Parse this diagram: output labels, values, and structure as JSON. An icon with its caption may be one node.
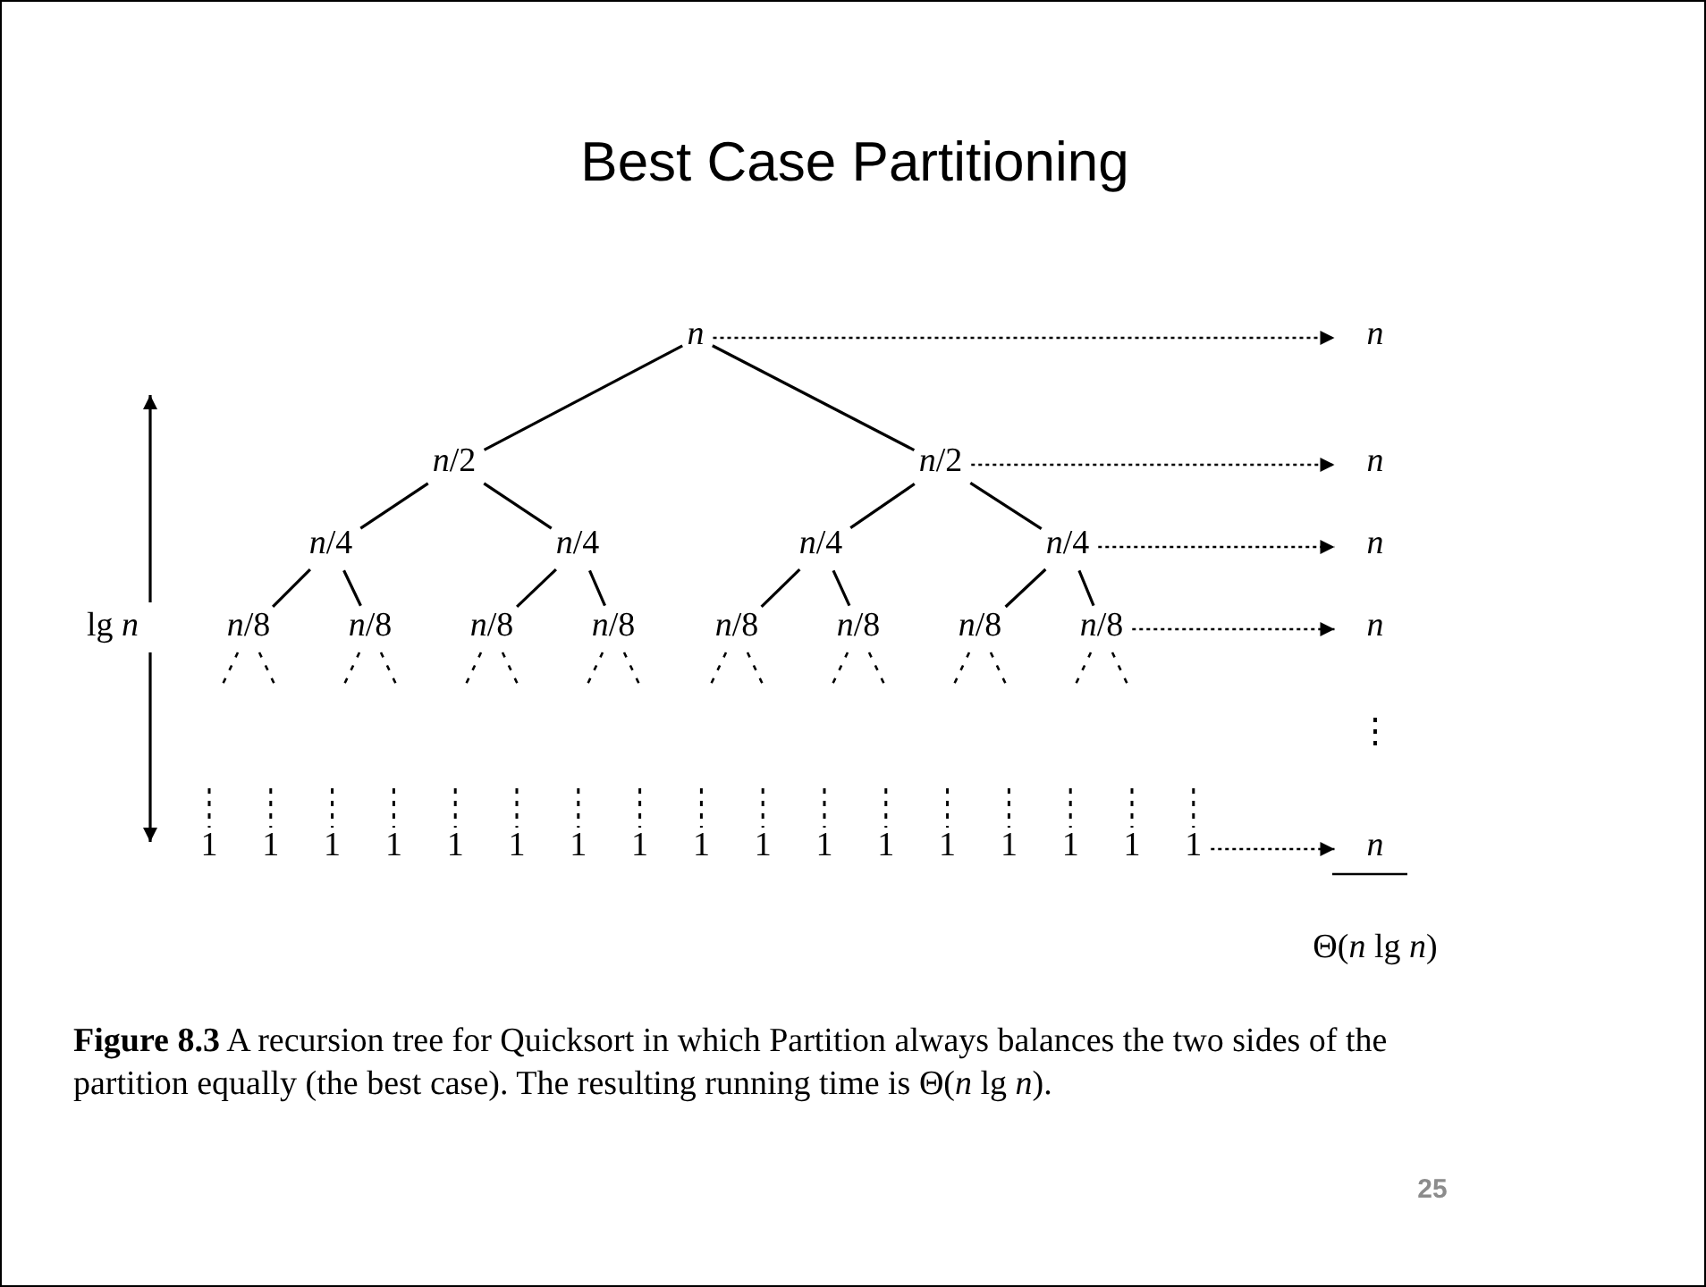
{
  "diagram": {
    "title": "Best Case Partitioning",
    "caption": "**Figure 8.3** A recursion tree for Quicksort in which Partition always balances the two sides of the partition equally (the best case). The resulting running time is Θ(*n* lg *n*).",
    "nodes": [
      {
        "text": [
          "n"
        ]
      },
      {
        "text": [
          "*n*/2"
        ]
      },
      {
        "text": [
          "*n*/2"
        ]
      },
      {
        "text": [
          "*n*/4"
        ]
      },
      {
        "text": [
          "*n*/4"
        ]
      },
      {
        "text": [
          "*n*/4"
        ]
      },
      {
        "text": [
          "*n*/4"
        ]
      },
      {
        "text": [
          "*n*/8"
        ]
      },
      {
        "text": [
          "*n*/8"
        ]
      },
      {
        "text": [
          "*n*/8"
        ]
      },
      {
        "text": [
          "*n*/8"
        ]
      },
      {
        "text": [
          "*n*/8"
        ]
      },
      {
        "text": [
          "*n*/8"
        ]
      },
      {
        "text": [
          "*n*/8"
        ]
      },
      {
        "text": [
          "*n*/8"
        ]
      },
      {
        "text": [
          "1"
        ]
      },
      {
        "text": [
          "1"
        ]
      },
      {
        "text": [
          "1"
        ]
      },
      {
        "text": [
          "1"
        ]
      },
      {
        "text": [
          "1"
        ]
      },
      {
        "text": [
          "1"
        ]
      },
      {
        "text": [
          "1"
        ]
      },
      {
        "text": [
          "1"
        ]
      },
      {
        "text": [
          "1"
        ]
      },
      {
        "text": [
          "1"
        ]
      },
      {
        "text": [
          "1"
        ]
      },
      {
        "text": [
          "1"
        ]
      },
      {
        "text": [
          "1"
        ]
      },
      {
        "text": [
          "1"
        ]
      },
      {
        "text": [
          "1"
        ]
      },
      {
        "text": [
          "1"
        ]
      },
      {
        "text": [
          "1"
        ]
      },
      {
        "text": [
          "n"
        ]
      },
      {
        "text": [
          "n"
        ]
      },
      {
        "text": [
          "n"
        ]
      },
      {
        "text": [
          "n"
        ]
      },
      {
        "text": [
          "n"
        ]
      }
    ],
    "edges": [
      {
        "from": 0,
        "to": 1,
        "arrow": "none"
      },
      {
        "from": 0,
        "to": 2,
        "arrow": "none"
      },
      {
        "from": 1,
        "to": 3,
        "arrow": "none"
      },
      {
        "from": 1,
        "to": 4,
        "arrow": "none"
      },
      {
        "from": 2,
        "to": 5,
        "arrow": "none"
      },
      {
        "from": 2,
        "to": 6,
        "arrow": "none"
      },
      {
        "from": 3,
        "to": 7,
        "arrow": "none"
      },
      {
        "from": 3,
        "to": 8,
        "arrow": "none"
      },
      {
        "from": 4,
        "to": 9,
        "arrow": "none"
      },
      {
        "from": 4,
        "to": 10,
        "arrow": "none"
      },
      {
        "from": 5,
        "to": 11,
        "arrow": "none"
      },
      {
        "from": 5,
        "to": 12,
        "arrow": "none"
      },
      {
        "from": 6,
        "to": 13,
        "arrow": "none"
      },
      {
        "from": 6,
        "to": 14,
        "arrow": "none"
      },
      {
        "from": 0,
        "to": 32,
        "arrow": "to",
        "style": "dashed"
      },
      {
        "from": 2,
        "to": 33,
        "arrow": "to",
        "style": "dashed"
      },
      {
        "from": 6,
        "to": 34,
        "arrow": "to",
        "style": "dashed"
      },
      {
        "from": 14,
        "to": 35,
        "arrow": "to",
        "style": "dashed"
      },
      {
        "from": 31,
        "to": 36,
        "arrow": "to",
        "style": "dashed"
      }
    ],
    "labels": [
      "lg *n*",
      "⋮",
      "Θ(*n* lg *n*)",
      "25"
    ]
  }
}
